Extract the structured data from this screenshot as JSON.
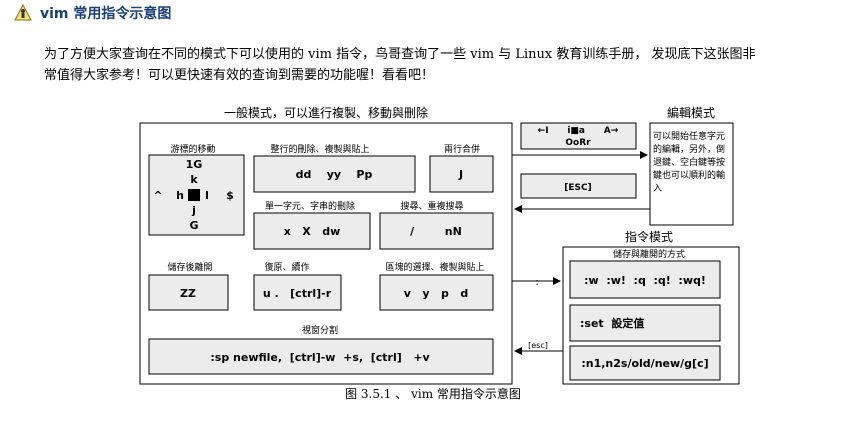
{
  "header": {
    "icon": "person-caution-icon",
    "title": "vim 常用指令示意图"
  },
  "intro": {
    "line1": "为了方便大家查询在不同的模式下可以使用的 vim 指令，鸟哥查询了一些 vim 与 Linux 教育训练手册， 发现底下这张图非",
    "line2": "常值得大家参考！可以更快速有效的查询到需要的功能喔！看看吧！"
  },
  "diagram": {
    "normal_mode": {
      "title": "一般模式，可以進行複製、移動與刪除",
      "cursor": {
        "title": "游標的移動",
        "up2": "1G",
        "up1": "k",
        "left_far": "^",
        "left": "h",
        "right": "l",
        "right_far": "$",
        "down1": "j",
        "down2": "G"
      },
      "line_ops": {
        "title": "整行的刪除、複製與貼上",
        "cmd": "dd    yy    Pp"
      },
      "join": {
        "title": "兩行合併",
        "cmd": "J"
      },
      "char_ops": {
        "title": "單一字元、字串的刪除",
        "cmd": "x   X   dw"
      },
      "search": {
        "title": "搜尋、重複搜尋",
        "cmd": "/        nN"
      },
      "save_exit": {
        "title": "儲存後離開",
        "cmd": "ZZ"
      },
      "undo": {
        "title": "復原、續作",
        "cmd": "u .   [ctrl]-r"
      },
      "block": {
        "title": "區塊的選擇、複製與貼上",
        "cmd": "v   y   p   d"
      },
      "split": {
        "title": "視窗分割",
        "cmd": ":sp newfile,  [ctrl]-w  +s,  [ctrl]   +v"
      }
    },
    "insert_keys": {
      "row1": "←I      i■a      A→",
      "row2": "OoRr"
    },
    "esc_key": "[ESC]",
    "edit_mode": {
      "title": "編輯模式",
      "desc": [
        "可以開始任意字元",
        "的編輯，另外，倒",
        "退鍵、空白鍵等按",
        "鍵也可以順利的輸",
        "入"
      ]
    },
    "command_mode": {
      "title": "指令模式",
      "save_title": "儲存與離開的方式",
      "save_cmd": ":w  :w!  :q  :q!  :wq!",
      "set_cmd": ":set  設定值",
      "replace_cmd": ":n1,n2s/old/new/g[c]"
    },
    "arrow_colon": ":",
    "arrow_esc": "[esc]",
    "caption": "图 3.5.1 、 vim 常用指令示意图"
  }
}
